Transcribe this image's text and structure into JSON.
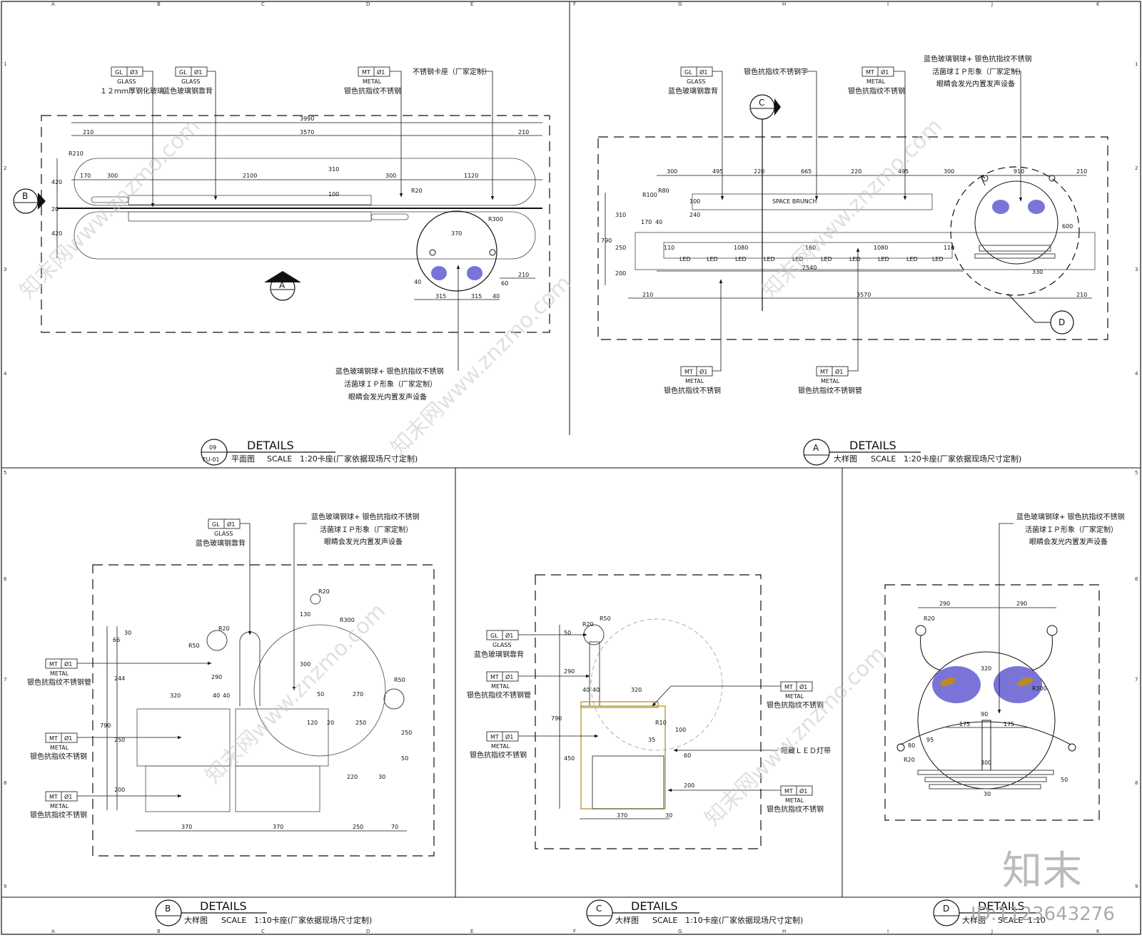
{
  "grid_letters_top": [
    "A",
    "B",
    "C",
    "D",
    "E",
    "F",
    "G",
    "H",
    "I",
    "J",
    "K"
  ],
  "grid_numbers_side": [
    "1",
    "2",
    "3",
    "4",
    "5",
    "6",
    "7",
    "8",
    "9"
  ],
  "tags": {
    "gl": "GL",
    "mt": "MT",
    "glass": "GLASS",
    "metal": "METAL",
    "g03": "Ø3",
    "g01": "Ø1",
    "m01": "Ø1"
  },
  "notes": {
    "glass_12mm": "１２ｍｍ厚钢化玻璃",
    "blue_glass_back": "蓝色玻璃钢靠背",
    "silver_ss": "银色抗指纹不锈钢",
    "ss_seat": "不锈钢卡座（厂家定制）",
    "silver_ss_letters": "银色抗指纹不锈钢字",
    "silver_ss_pipe": "银色抗指纹不锈钢管",
    "ball_1": "蓝色玻璃钢球+ 银色抗指纹不锈钢",
    "ball_2": "活菌球ＩＰ形象（厂家定制）",
    "ball_3": "眼睛会发光内置发声设备",
    "hidden_led": "暗藏ＬＥＤ灯带",
    "led": "LED",
    "space_brunch": "SPACE BRUNCH"
  },
  "markers": {
    "A": "A",
    "B": "B",
    "C": "C",
    "D": "D",
    "n09": "09",
    "fu01": "FU-01"
  },
  "dims_p09": {
    "d3990": "3990",
    "d210a": "210",
    "d3570": "3570",
    "d210b": "210",
    "d170": "170",
    "d300": "300",
    "d2100": "2100",
    "d300b": "300",
    "d1120": "1120",
    "d310": "310",
    "d100": "100",
    "d420a": "420",
    "d420b": "420",
    "d20": "20",
    "r210": "R210",
    "r20": "R20",
    "r300": "R300",
    "d370": "370",
    "d315a": "315",
    "d315b": "315",
    "d210c": "210",
    "d40a": "40",
    "d40b": "40",
    "d60": "60"
  },
  "dims_pA": {
    "d300": "300",
    "d495": "495",
    "d220": "220",
    "d665": "665",
    "d220b": "220",
    "d495b": "495",
    "d300b": "300",
    "d910": "910",
    "d210": "210",
    "r100": "R100",
    "r80": "R80",
    "d790": "790",
    "d310": "310",
    "d250": "250",
    "d200": "200",
    "d170": "170",
    "d40": "40",
    "d240": "240",
    "d100": "100",
    "d110": "110",
    "d1080": "1080",
    "d160": "160",
    "d1080b": "1080",
    "d110b": "110",
    "d2540": "2540",
    "d210b": "210",
    "d3570": "3570",
    "d210c": "210",
    "d600": "600",
    "d330": "330"
  },
  "dims_pB": {
    "r20a": "R20",
    "r20b": "R20",
    "r300": "R300",
    "r50a": "R50",
    "r50b": "R50",
    "d130": "130",
    "d300": "300",
    "d290": "290",
    "d40a": "40",
    "d40b": "40",
    "d320": "320",
    "d50": "50",
    "d270": "270",
    "d66": "66",
    "d30": "30",
    "d244": "244",
    "d790": "790",
    "d250": "250",
    "d200": "200",
    "d120": "120",
    "d20": "20",
    "d250b": "250",
    "d220": "220",
    "d30b": "30",
    "d370a": "370",
    "d370b": "370",
    "d250c": "250",
    "d70": "70",
    "d250d": "250",
    "d50b": "50"
  },
  "dims_pC": {
    "r20": "R20",
    "r50": "R50",
    "r10": "R10",
    "d50": "50",
    "d290": "290",
    "d40a": "40",
    "d40b": "40",
    "d320": "320",
    "d790": "790",
    "d450": "450",
    "d35": "35",
    "d60": "60",
    "d200": "200",
    "d370": "370",
    "d30": "30",
    "d100": "100"
  },
  "dims_pD": {
    "d290a": "290",
    "d290b": "290",
    "r20": "R20",
    "r300": "R300",
    "d320": "320",
    "d175a": "175",
    "d175b": "175",
    "d80": "80",
    "d95": "95",
    "d300": "300",
    "d90": "90",
    "d50": "50",
    "d30": "30",
    "r20b": "R20"
  },
  "titles": {
    "p09": {
      "title": "DETAILS",
      "view": "平面图",
      "scale": "SCALE",
      "scale_val": "1:20卡座(厂家依据现场尺寸定制)"
    },
    "pA": {
      "title": "DETAILS",
      "view": "大样图",
      "scale": "SCALE",
      "scale_val": "1:20卡座(厂家依据现场尺寸定制)"
    },
    "pB": {
      "title": "DETAILS",
      "view": "大样图",
      "scale": "SCALE",
      "scale_val": "1:10卡座(厂家依据现场尺寸定制)"
    },
    "pC": {
      "title": "DETAILS",
      "view": "大样图",
      "scale": "SCALE",
      "scale_val": "1:10卡座(厂家依据现场尺寸定制)"
    },
    "pD": {
      "title": "DETAILS",
      "view": "大样图",
      "scale": "SCALE",
      "scale_val": "1:10"
    }
  },
  "watermark": {
    "site": "知末网www.znzmo.com",
    "logo": "知末",
    "id": "ID:1123643276"
  },
  "colors": {
    "line": "#111111",
    "eye": "#7a74d8",
    "eye_highlight": "#b88a2a",
    "seat": "#b89a3a",
    "watermark": "#c8c8c8"
  }
}
